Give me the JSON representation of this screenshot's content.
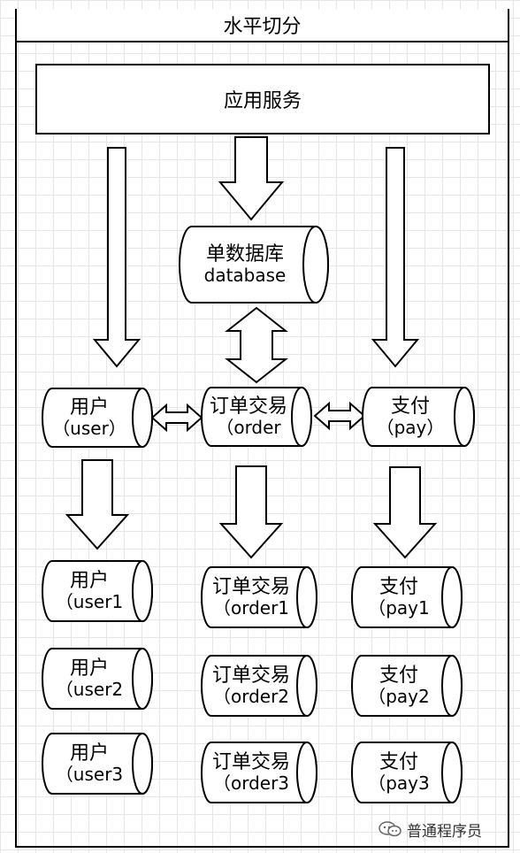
{
  "title": "水平切分",
  "app_service": "应用服务",
  "central_db": {
    "line1": "单数据库",
    "line2": "database"
  },
  "tables": {
    "user": {
      "line1": "用户",
      "line2": "（user）"
    },
    "order": {
      "line1": "订单交易",
      "line2": "（order"
    },
    "pay": {
      "line1": "支付",
      "line2": "（pay）"
    }
  },
  "shards": {
    "user": [
      {
        "line1": "用户",
        "line2": "（user1"
      },
      {
        "line1": "用户",
        "line2": "（user2"
      },
      {
        "line1": "用户",
        "line2": "（user3"
      }
    ],
    "order": [
      {
        "line1": "订单交易",
        "line2": "（order1"
      },
      {
        "line1": "订单交易",
        "line2": "（order2"
      },
      {
        "line1": "订单交易",
        "line2": "（order3"
      }
    ],
    "pay": [
      {
        "line1": "支付",
        "line2": "（pay1"
      },
      {
        "line1": "支付",
        "line2": "（pay2"
      },
      {
        "line1": "支付",
        "line2": "（pay3"
      }
    ]
  },
  "watermark": "普通程序员"
}
